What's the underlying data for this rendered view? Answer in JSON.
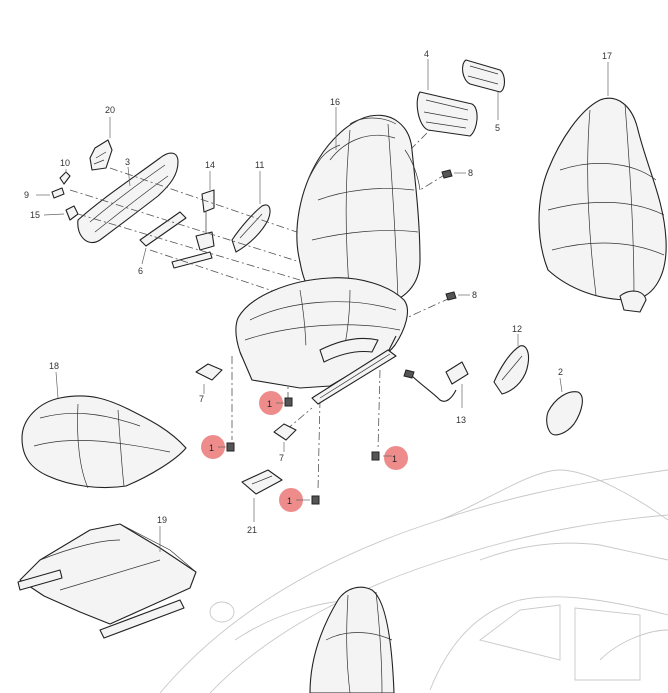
{
  "callouts": [
    {
      "id": "c20",
      "label": "20"
    },
    {
      "id": "c10",
      "label": "10"
    },
    {
      "id": "c3",
      "label": "3"
    },
    {
      "id": "c9",
      "label": "9"
    },
    {
      "id": "c15",
      "label": "15"
    },
    {
      "id": "c14",
      "label": "14"
    },
    {
      "id": "c11",
      "label": "11"
    },
    {
      "id": "c6",
      "label": "6"
    },
    {
      "id": "c4",
      "label": "4"
    },
    {
      "id": "c5",
      "label": "5"
    },
    {
      "id": "c16",
      "label": "16"
    },
    {
      "id": "c17",
      "label": "17"
    },
    {
      "id": "c8a",
      "label": "8"
    },
    {
      "id": "c8b",
      "label": "8"
    },
    {
      "id": "c12",
      "label": "12"
    },
    {
      "id": "c2",
      "label": "2"
    },
    {
      "id": "c13",
      "label": "13"
    },
    {
      "id": "c7a",
      "label": "7"
    },
    {
      "id": "c7b",
      "label": "7"
    },
    {
      "id": "c18",
      "label": "18"
    },
    {
      "id": "c21",
      "label": "21"
    },
    {
      "id": "c19",
      "label": "19"
    }
  ],
  "highlighted": [
    {
      "id": "b1",
      "label": "1"
    },
    {
      "id": "b2",
      "label": "1"
    },
    {
      "id": "b3",
      "label": "1"
    },
    {
      "id": "b4",
      "label": "1"
    }
  ],
  "colors": {
    "highlight": "#ee8c8c",
    "line": "#222222",
    "ghost": "#c8c8c8"
  }
}
